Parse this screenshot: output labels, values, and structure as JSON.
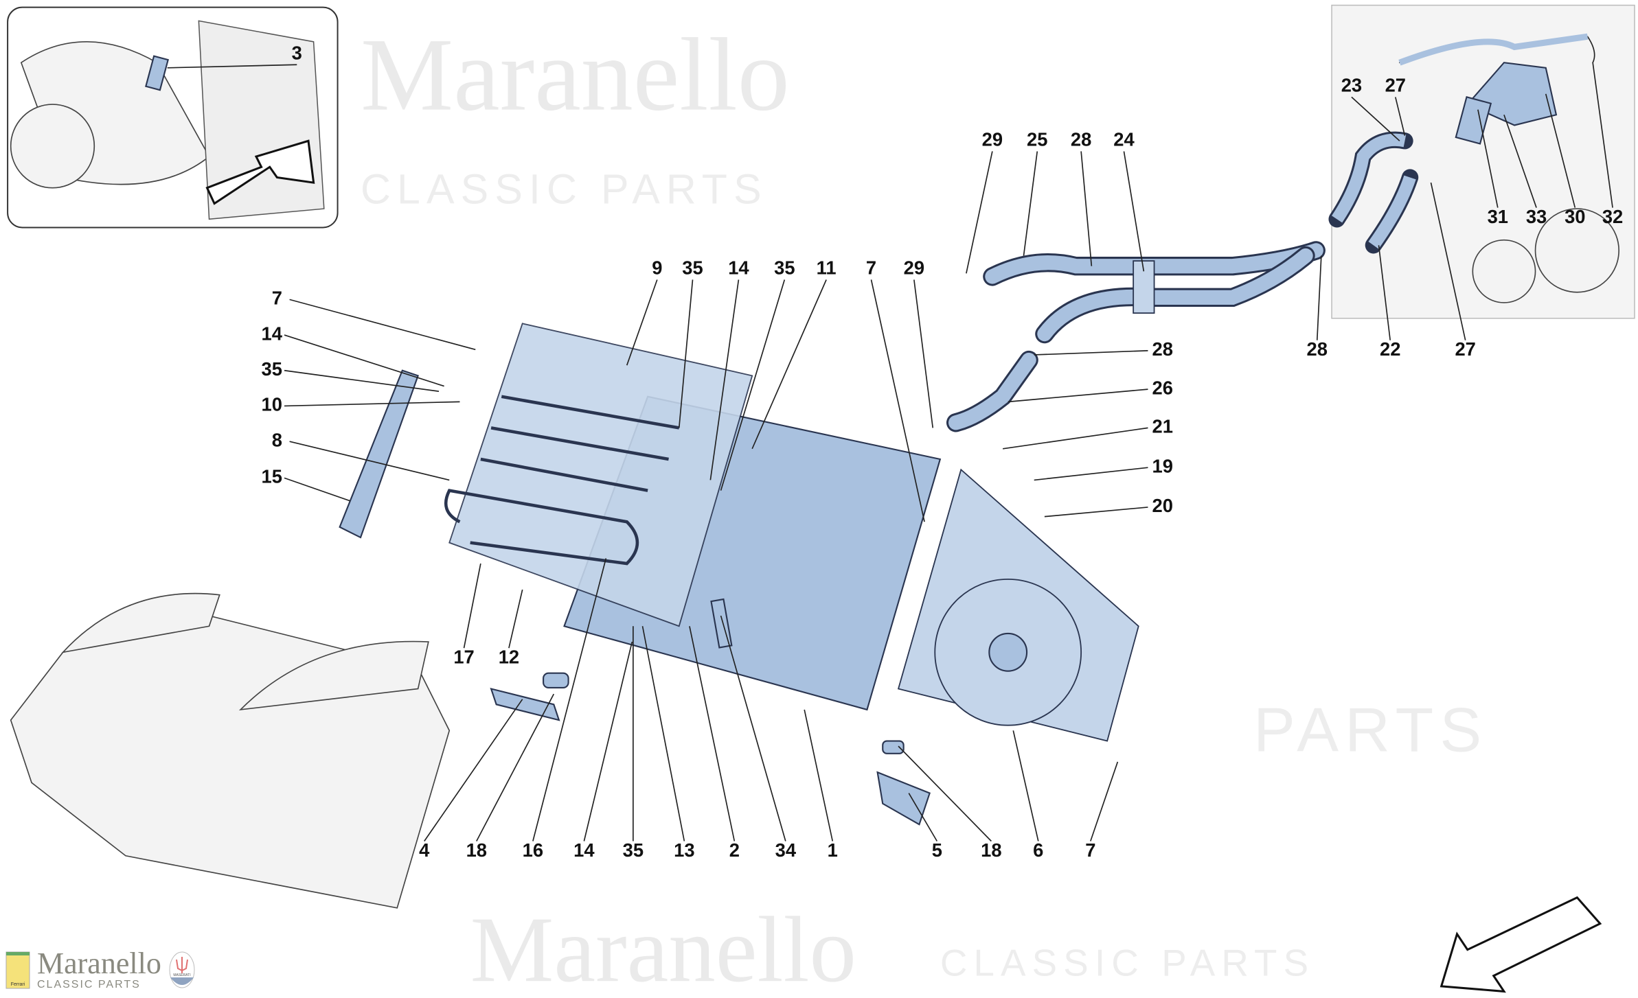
{
  "diagram": {
    "callouts": [
      "3",
      "29",
      "25",
      "28",
      "24",
      "23",
      "27",
      "31",
      "33",
      "30",
      "32",
      "28",
      "22",
      "27",
      "9",
      "35",
      "14",
      "35",
      "11",
      "7",
      "29",
      "28",
      "26",
      "21",
      "19",
      "20",
      "7",
      "14",
      "35",
      "10",
      "8",
      "15",
      "17",
      "12",
      "4",
      "18",
      "16",
      "14",
      "35",
      "13",
      "2",
      "34",
      "1",
      "5",
      "18",
      "6",
      "7"
    ],
    "part_color": "#a9c1df"
  },
  "watermark": {
    "brand": "Maranello",
    "tagline": "CLASSIC PARTS",
    "tagline2": "PARTS"
  },
  "logo": {
    "brand": "Maranello",
    "tagline": "CLASSIC PARTS",
    "ferrari_text": "Ferrari",
    "maserati_text": "MASERATI"
  }
}
